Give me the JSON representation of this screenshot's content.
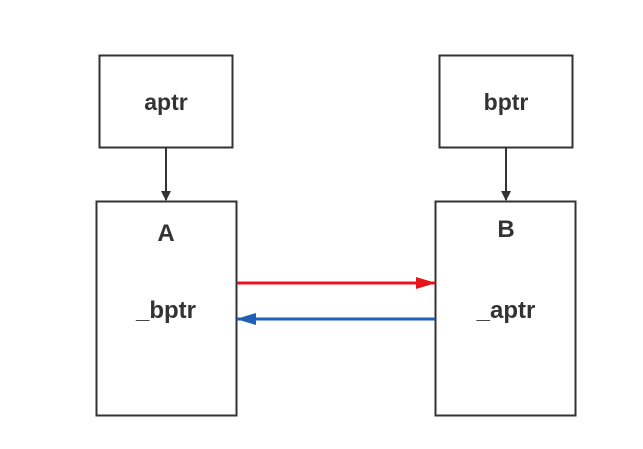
{
  "diagram": {
    "nodes": {
      "aptr": {
        "label": "aptr"
      },
      "bptr": {
        "label": "bptr"
      },
      "A": {
        "title": "A",
        "member": "_bptr"
      },
      "B": {
        "title": "B",
        "member": "_aptr"
      }
    },
    "edges": [
      {
        "from": "aptr",
        "to": "A",
        "color": "#333333"
      },
      {
        "from": "bptr",
        "to": "B",
        "color": "#333333"
      },
      {
        "from": "A",
        "to": "B",
        "color": "#e8141b"
      },
      {
        "from": "B",
        "to": "A",
        "color": "#1f5fb8"
      }
    ]
  }
}
